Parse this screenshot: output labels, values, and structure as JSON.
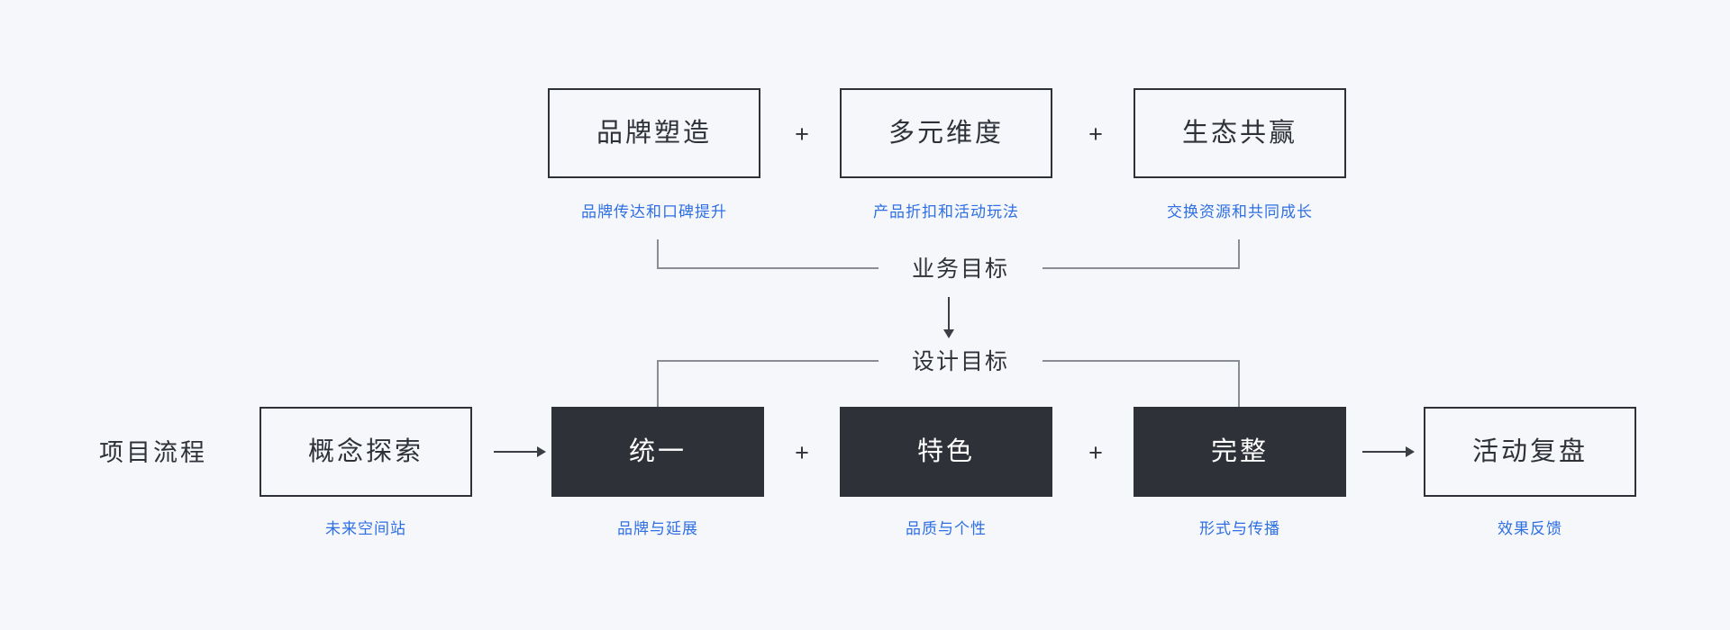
{
  "canvas": {
    "background_color": "#f5f7fa",
    "text_color": "#2e3138",
    "accent_color": "#2f6fe4",
    "dark_fill_color": "#2e3138",
    "connector_color": "#8a8d94"
  },
  "business_row": {
    "boxes": [
      {
        "label": "品牌塑造",
        "caption": "品牌传达和口碑提升"
      },
      {
        "label": "多元维度",
        "caption": "产品折扣和活动玩法"
      },
      {
        "label": "生态共赢",
        "caption": "交换资源和共同成长"
      }
    ],
    "operators": [
      "+",
      "+"
    ]
  },
  "connectors": {
    "business_goal_label": "业务目标",
    "design_goal_label": "设计目标"
  },
  "process_row": {
    "title": "项目流程",
    "boxes": [
      {
        "label": "概念探索",
        "caption": "未来空间站",
        "style": "light"
      },
      {
        "label": "统一",
        "caption": "品牌与延展",
        "style": "dark"
      },
      {
        "label": "特色",
        "caption": "品质与个性",
        "style": "dark"
      },
      {
        "label": "完整",
        "caption": "形式与传播",
        "style": "dark"
      },
      {
        "label": "活动复盘",
        "caption": "效果反馈",
        "style": "light"
      }
    ],
    "operators": [
      "+",
      "+"
    ]
  }
}
